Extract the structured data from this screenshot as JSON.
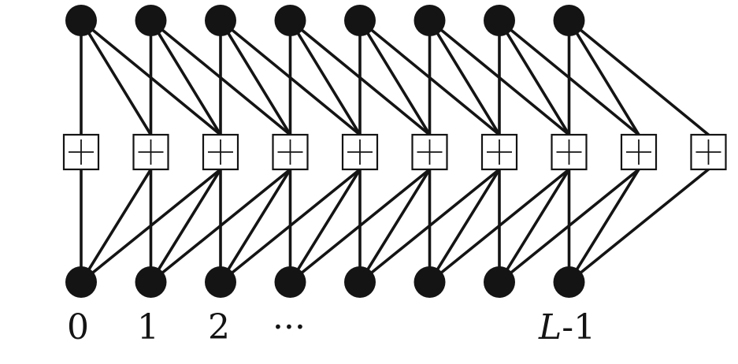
{
  "diagram": {
    "top_node_count": 8,
    "bottom_node_count": 8,
    "plus_box_count": 10,
    "plus_symbol": "+",
    "node_color": "#141414",
    "edge_color": "#141414",
    "box_fill": "#ffffff",
    "labels": {
      "zero": "0",
      "one": "1",
      "two": "2",
      "dots": "···",
      "last_var": "L",
      "last_suffix": "-1"
    }
  }
}
